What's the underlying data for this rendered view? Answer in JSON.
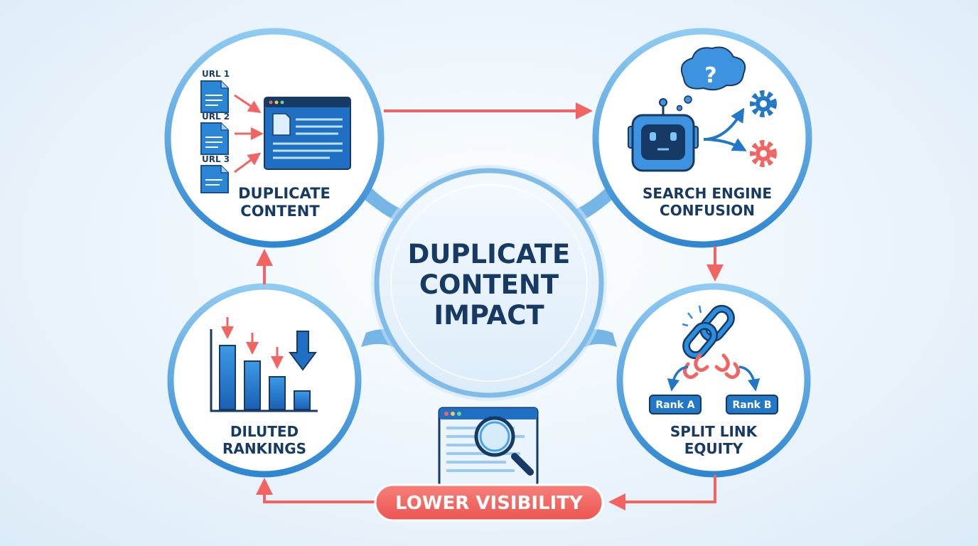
{
  "center": {
    "line1": "DUPLICATE",
    "line2": "CONTENT",
    "line3": "IMPACT"
  },
  "nodes": {
    "duplicate_content": {
      "line1": "DUPLICATE",
      "line2": "CONTENT",
      "urls": [
        "URL 1",
        "URL 2",
        "URL 3"
      ]
    },
    "search_engine_confusion": {
      "line1": "SEARCH ENGINE",
      "line2": "CONFUSION",
      "thought_symbol": "?"
    },
    "split_link_equity": {
      "line1": "SPLIT LINK",
      "line2": "EQUITY",
      "rank_a": "Rank A",
      "rank_b": "Rank B"
    },
    "diluted_rankings": {
      "line1": "DILUTED",
      "line2": "RANKINGS"
    }
  },
  "lower_visibility": {
    "label": "LOWER VISIBILITY"
  },
  "colors": {
    "ring": "#3f97d9",
    "ring_light": "#8fc6ee",
    "arrow": "#f26461",
    "text_dark": "#163a63",
    "icon_blue": "#2277c6",
    "pill": "#f26461"
  },
  "icons": [
    "document-icon",
    "browser-window-icon",
    "robot-icon",
    "thought-bubble-icon",
    "gear-icon",
    "chain-link-icon",
    "bar-chart-icon",
    "magnifier-icon"
  ]
}
